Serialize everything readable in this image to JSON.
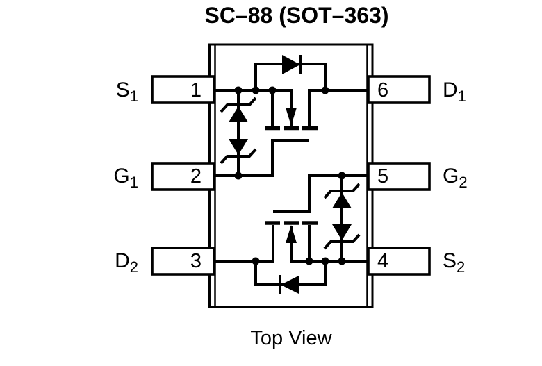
{
  "title": "SC–88 (SOT–363)",
  "caption": "Top View",
  "colors": {
    "ink": "#000000",
    "paper": "#ffffff"
  },
  "pins": {
    "left": [
      {
        "number": "1",
        "label_base": "S",
        "label_sub": "1"
      },
      {
        "number": "2",
        "label_base": "G",
        "label_sub": "1"
      },
      {
        "number": "3",
        "label_base": "D",
        "label_sub": "2"
      }
    ],
    "right": [
      {
        "number": "6",
        "label_base": "D",
        "label_sub": "1"
      },
      {
        "number": "5",
        "label_base": "G",
        "label_sub": "2"
      },
      {
        "number": "4",
        "label_base": "S",
        "label_sub": "2"
      }
    ]
  }
}
